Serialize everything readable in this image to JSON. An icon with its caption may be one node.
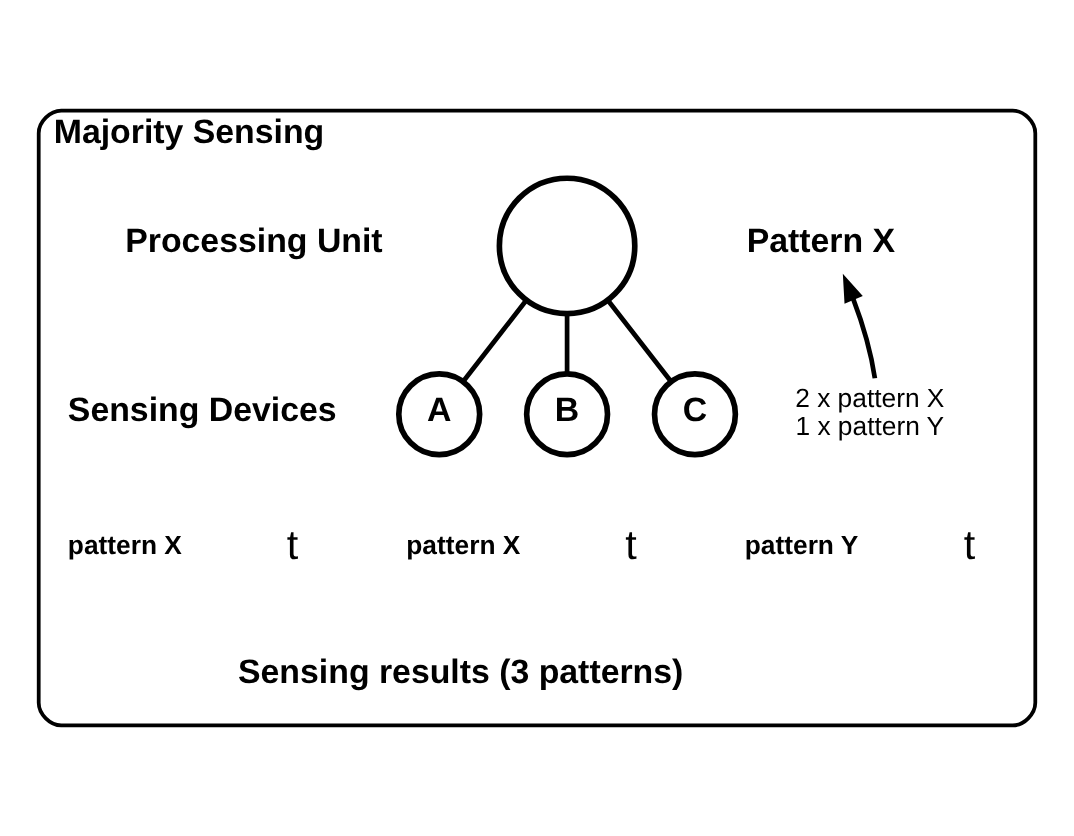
{
  "diagram": {
    "nodes": [
      {
        "text": [
          "Majority Sensing"
        ]
      },
      {
        "text": [],
        "shape": "circle",
        "in": 0
      },
      {
        "text": [
          "A"
        ],
        "in": 0
      },
      {
        "text": [
          "B"
        ],
        "in": 0
      },
      {
        "text": [
          "C"
        ],
        "in": 0
      },
      {
        "text": [
          "Pattern X"
        ],
        "in": 0
      },
      {
        "text": [
          "2 x pattern X",
          "1 x pattern Y"
        ],
        "in": 0
      }
    ],
    "edges": [
      {
        "from": 1,
        "to": 2,
        "arrow": "none"
      },
      {
        "from": 1,
        "to": 3,
        "arrow": "none"
      },
      {
        "from": 1,
        "to": 4,
        "arrow": "none"
      },
      {
        "from": 6,
        "to": 5,
        "arrow": "to"
      }
    ],
    "labels": [
      "Processing Unit",
      "Sensing Devices",
      "pattern X",
      "t",
      "pattern X",
      "t",
      "pattern Y",
      "t",
      "Sensing results (3 patterns)"
    ]
  }
}
